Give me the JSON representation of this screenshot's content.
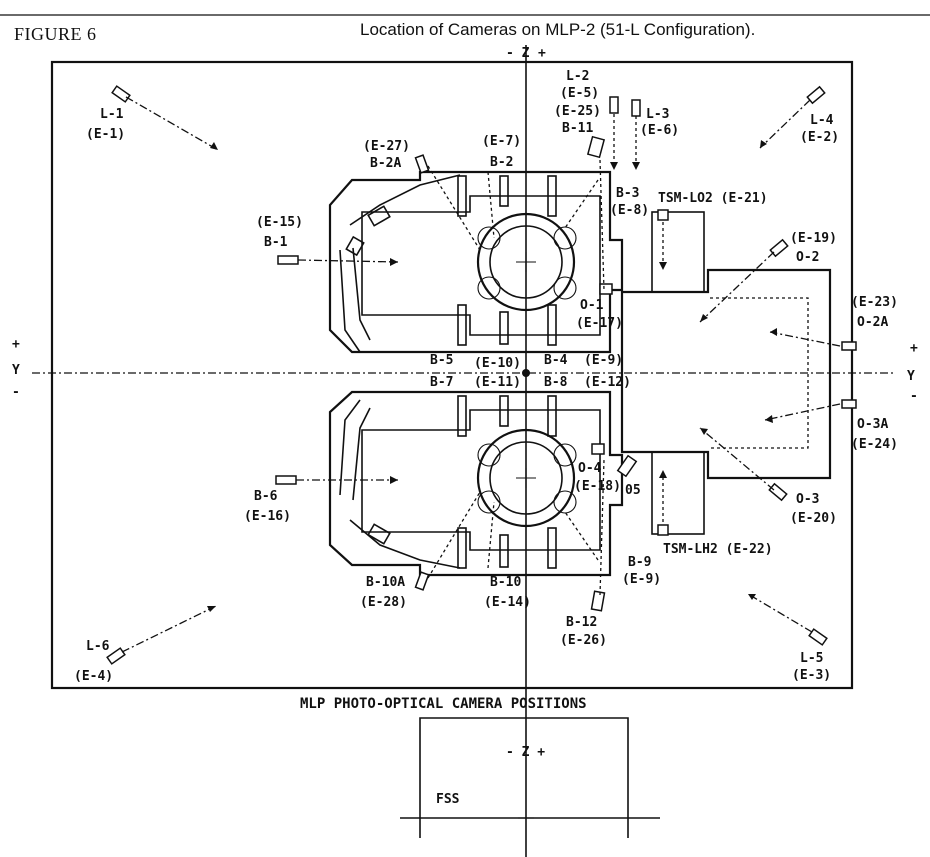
{
  "figure_label": "FIGURE 6",
  "title": "Location of Cameras on MLP-2 (51-L Configuration).",
  "caption": "MLP PHOTO-OPTICAL CAMERA POSITIONS",
  "axes": {
    "z_top_minus": "- Z",
    "z_top_plus": "+",
    "y_left_plus": "+",
    "y_left_label": "Y",
    "y_left_minus": "-",
    "y_right_plus": "+",
    "y_right_label": "Y",
    "y_right_minus": "-",
    "z_bottom": "- Z +"
  },
  "fss_label": "FSS",
  "labels": {
    "l1": "L-1",
    "e1": "(E-1)",
    "l2": "L-2",
    "e5": "(E-5)",
    "e25": "(E-25)",
    "b11": "B-11",
    "l3": "L-3",
    "e6": "(E-6)",
    "l4": "L-4",
    "e2": "(E-2)",
    "e27": "(E-27)",
    "b2a": "B-2A",
    "e7": "(E-7)",
    "b2": "B-2",
    "b3": "B-3",
    "e8": "(E-8)",
    "tsm_lo2": "TSM-LO2 (E-21)",
    "e15": "(E-15)",
    "b1": "B-1",
    "e19": "(E-19)",
    "o2": "O-2",
    "o1": "O-1",
    "e17": "(E-17)",
    "e23": "(E-23)",
    "o2a": "O-2A",
    "b5": "B-5",
    "e10": "(E-10)",
    "b4": "B-4",
    "e9a": "(E-9)",
    "b7": "B-7",
    "e11": "(E-11)",
    "b8": "B-8",
    "e12": "(E-12)",
    "o3a": "O-3A",
    "e24": "(E-24)",
    "o4": "O-4",
    "e18": "(E-18)",
    "o5": "05",
    "b6": "B-6",
    "e16": "(E-16)",
    "o3": "O-3",
    "e20": "(E-20)",
    "tsm_lh2": "TSM-LH2 (E-22)",
    "b9": "B-9",
    "e9b": "(E-9)",
    "b10a": "B-10A",
    "e28": "(E-28)",
    "b10": "B-10",
    "e14": "(E-14)",
    "b12": "B-12",
    "e26": "(E-26)",
    "l6": "L-6",
    "e4": "(E-4)",
    "l5": "L-5",
    "e3": "(E-3)"
  }
}
